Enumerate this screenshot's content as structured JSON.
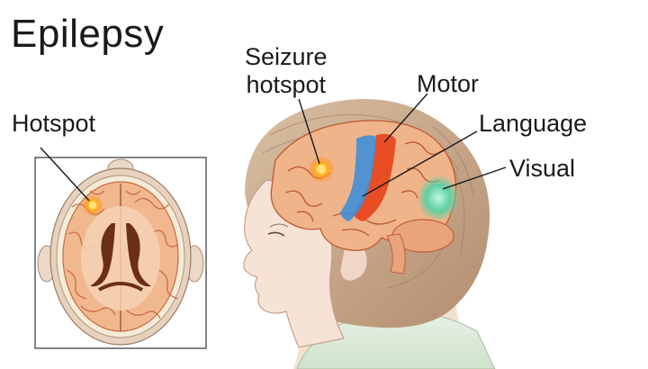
{
  "title": "Epilepsy",
  "labels": {
    "hotspot": "Hotspot",
    "seizure_line1": "Seizure",
    "seizure_line2": "hotspot",
    "motor": "Motor",
    "language": "Language",
    "visual": "Visual"
  },
  "colors": {
    "background": "#ffffff",
    "brain": "#f2b88c",
    "brain_fold": "#c8663e",
    "motor_area": "#e8481e",
    "language_area": "#3f8fd6",
    "visual_area": "#5fd0a4",
    "hotspot_glow": "#ff9a1a",
    "hair": "#c8a888",
    "skin": "#f6e3d6"
  }
}
